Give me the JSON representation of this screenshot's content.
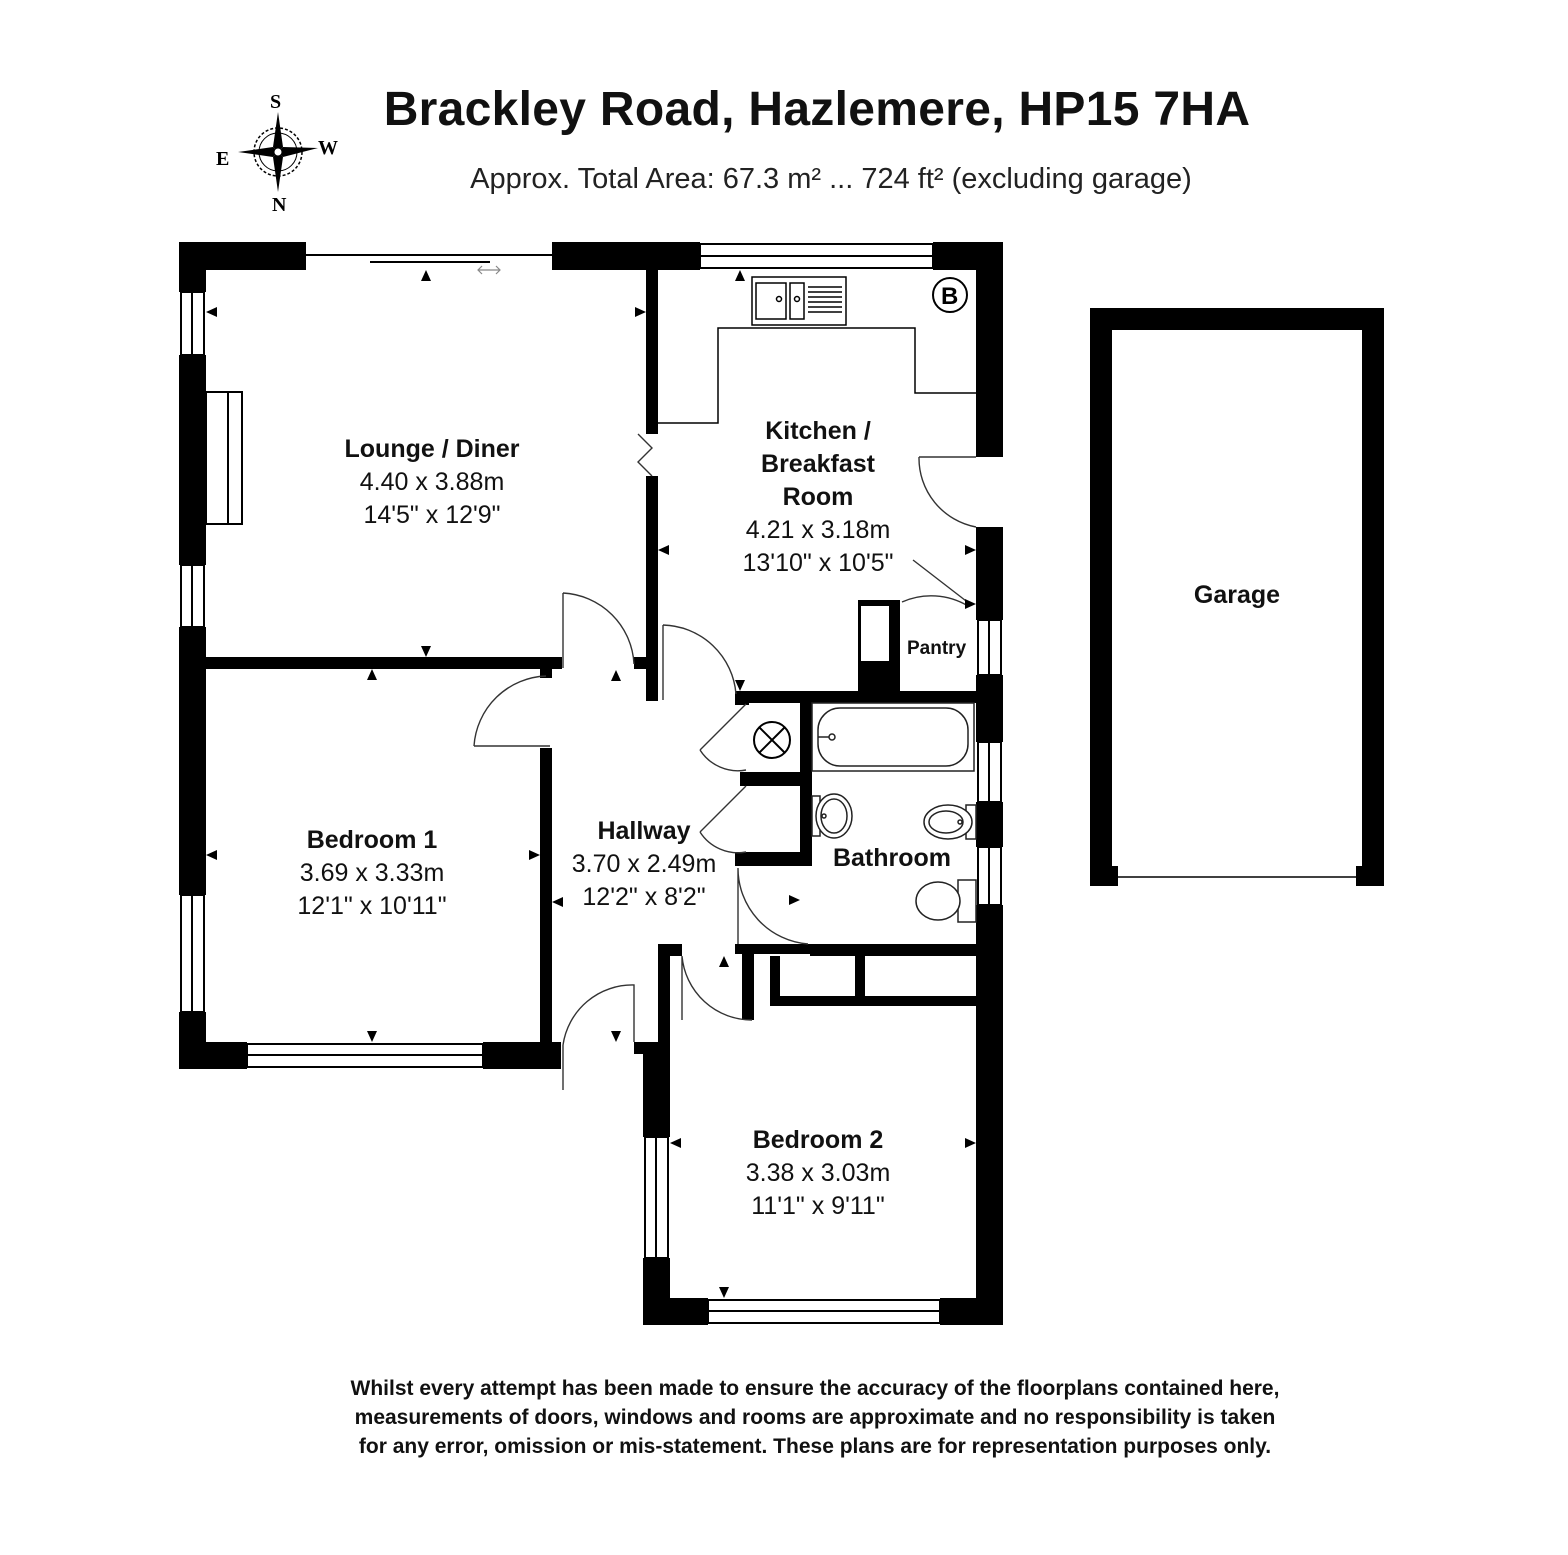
{
  "header": {
    "title": "Brackley Road, Hazlemere, HP15 7HA",
    "subtitle": "Approx. Total Area: 67.3 m² ... 724 ft² (excluding garage)"
  },
  "compass": {
    "south": "S",
    "east": "E",
    "west": "W",
    "north": "N"
  },
  "rooms": {
    "lounge": {
      "name": "Lounge / Diner",
      "metric": "4.40 x 3.88m",
      "imperial": "14'5\" x 12'9\""
    },
    "kitchen": {
      "name_line1": "Kitchen /",
      "name_line2": "Breakfast",
      "name_line3": "Room",
      "metric": "4.21 x 3.18m",
      "imperial": "13'10\" x 10'5\""
    },
    "bedroom1": {
      "name": "Bedroom 1",
      "metric": "3.69 x 3.33m",
      "imperial": "12'1\" x 10'11\""
    },
    "hallway": {
      "name": "Hallway",
      "metric": "3.70 x 2.49m",
      "imperial": "12'2\" x 8'2\""
    },
    "bathroom": {
      "name": "Bathroom"
    },
    "pantry": {
      "name": "Pantry"
    },
    "bedroom2": {
      "name": "Bedroom 2",
      "metric": "3.38 x 3.03m",
      "imperial": "11'1\" x 9'11\""
    },
    "garage": {
      "name": "Garage"
    }
  },
  "boiler_symbol": "B",
  "disclaimer": {
    "line1": "Whilst every attempt has been made to ensure the accuracy of the floorplans contained here,",
    "line2": "measurements of doors, windows and rooms are approximate and no responsibility is taken",
    "line3": "for any error, omission or mis-statement. These plans are for representation purposes only."
  },
  "colors": {
    "wall": "#000000",
    "background": "#ffffff",
    "fixture_line": "#222222"
  }
}
